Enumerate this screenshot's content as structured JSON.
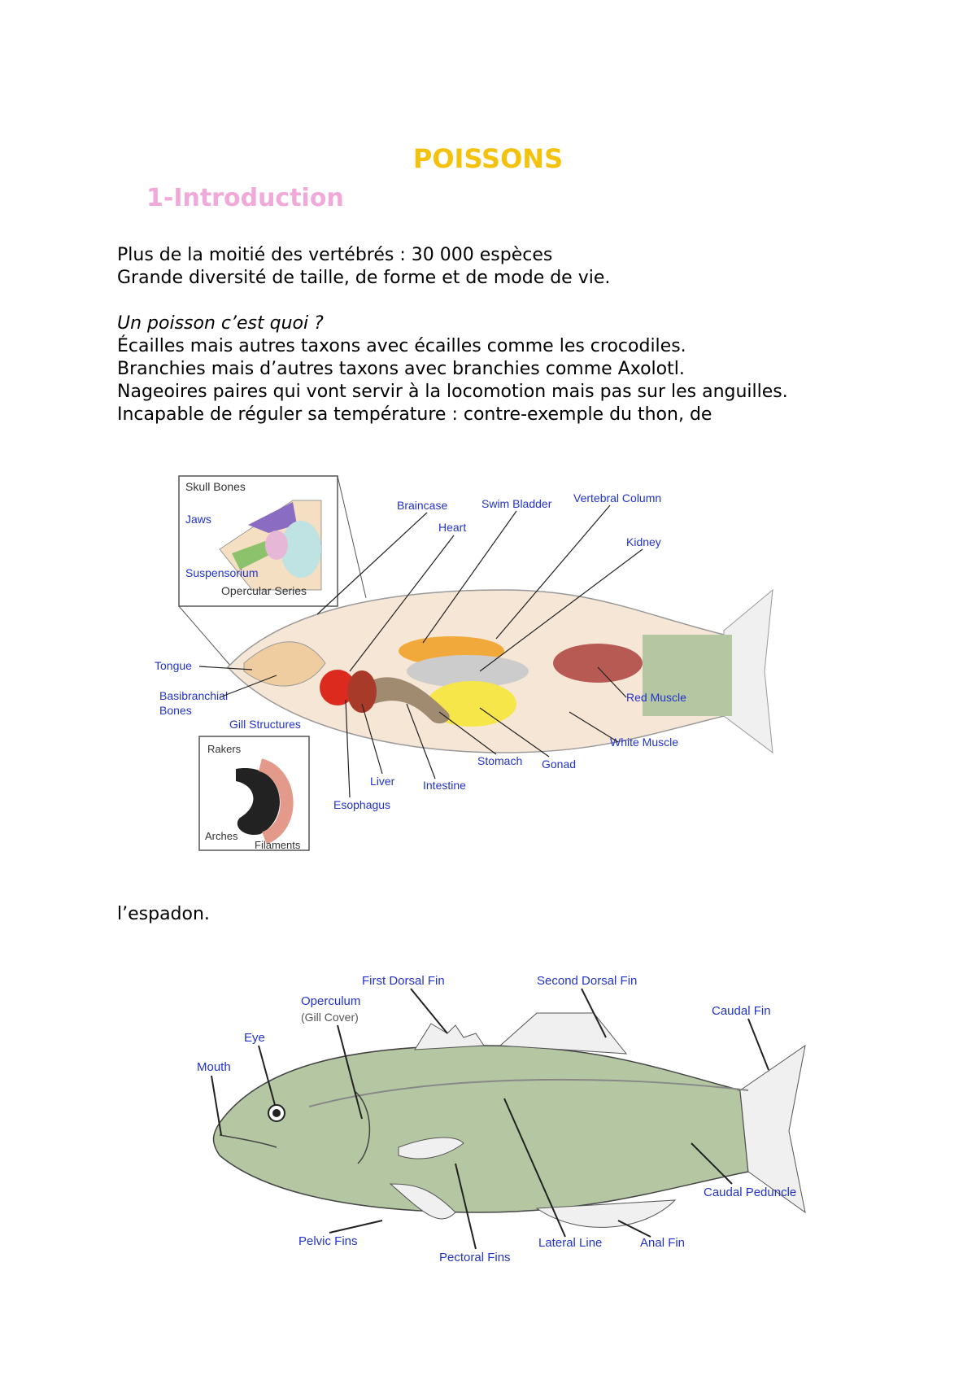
{
  "title": "POISSONS",
  "section": "1-Introduction",
  "intro": [
    "Plus de la moitié des vertébrés : 30 000 espèces",
    "Grande diversité de taille, de forme et de mode de vie."
  ],
  "question": "Un poisson c’est quoi ?",
  "points": [
    "Écailles mais autres taxons avec écailles comme les crocodiles.",
    "Branchies mais d’autres taxons avec branchies comme Axolotl.",
    "Nageoires paires qui vont servir à la locomotion mais pas sur les anguilles.",
    "Incapable de réguler sa température : contre-exemple du thon, de"
  ],
  "continuation": "l’espadon.",
  "anatomy_labels": {
    "skull_bones": "Skull Bones",
    "jaws": "Jaws",
    "suspensorium": "Suspensorium",
    "opercular_series": "Opercular Series",
    "braincase": "Braincase",
    "swim_bladder": "Swim Bladder",
    "vertebral_column": "Vertebral Column",
    "heart": "Heart",
    "kidney": "Kidney",
    "tongue": "Tongue",
    "basibranchial_1": "Basibranchial",
    "basibranchial_2": "Bones",
    "gill_structures": "Gill Structures",
    "rakers": "Rakers",
    "arches": "Arches",
    "filaments": "Filaments",
    "liver": "Liver",
    "esophagus": "Esophagus",
    "intestine": "Intestine",
    "stomach": "Stomach",
    "gonad": "Gonad",
    "red_muscle": "Red Muscle",
    "white_muscle": "White Muscle"
  },
  "external_labels": {
    "first_dorsal_fin": "First Dorsal Fin",
    "second_dorsal_fin": "Second Dorsal Fin",
    "operculum": "Operculum",
    "gill_cover": "(Gill Cover)",
    "eye": "Eye",
    "mouth": "Mouth",
    "caudal_fin": "Caudal Fin",
    "caudal_peduncle": "Caudal Peduncle",
    "pelvic_fins": "Pelvic Fins",
    "pectoral_fins": "Pectoral Fins",
    "lateral_line": "Lateral Line",
    "anal_fin": "Anal Fin"
  },
  "colors": {
    "title": "#f4c20d",
    "section": "#f0a9d8",
    "label_blue": "#2233cc",
    "fish_green": "#b5c7a2"
  }
}
